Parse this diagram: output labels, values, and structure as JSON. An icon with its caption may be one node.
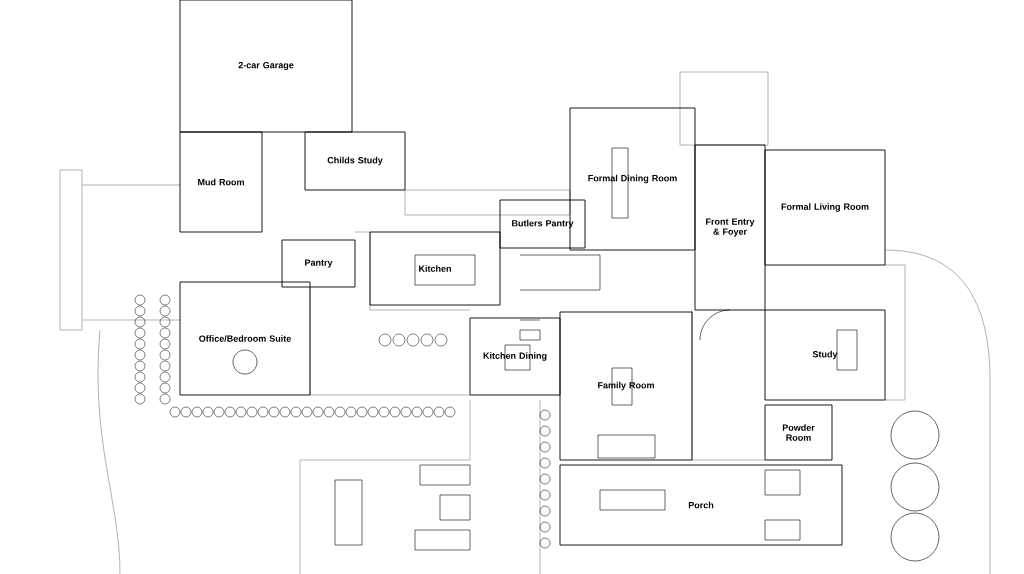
{
  "diagram": {
    "nodes": [
      {
        "text": [
          "2-car Garage"
        ]
      },
      {
        "text": [
          "Childs Study"
        ]
      },
      {
        "text": [
          "Mud Room"
        ]
      },
      {
        "text": [
          "Formal Dining Room"
        ]
      },
      {
        "text": [
          "Front Entry & Foyer"
        ]
      },
      {
        "text": [
          "Formal Living Room"
        ]
      },
      {
        "text": [
          "Butlers Pantry"
        ]
      },
      {
        "text": [
          "Kitchen"
        ]
      },
      {
        "text": [
          "Pantry"
        ]
      },
      {
        "text": [
          "Office/Bedroom Suite"
        ]
      },
      {
        "text": [
          "Kitchen Dining"
        ]
      },
      {
        "text": [
          "Family Room"
        ]
      },
      {
        "text": [
          "Study"
        ]
      },
      {
        "text": [
          "Powder Room"
        ]
      },
      {
        "text": [
          "Porch"
        ]
      }
    ]
  }
}
